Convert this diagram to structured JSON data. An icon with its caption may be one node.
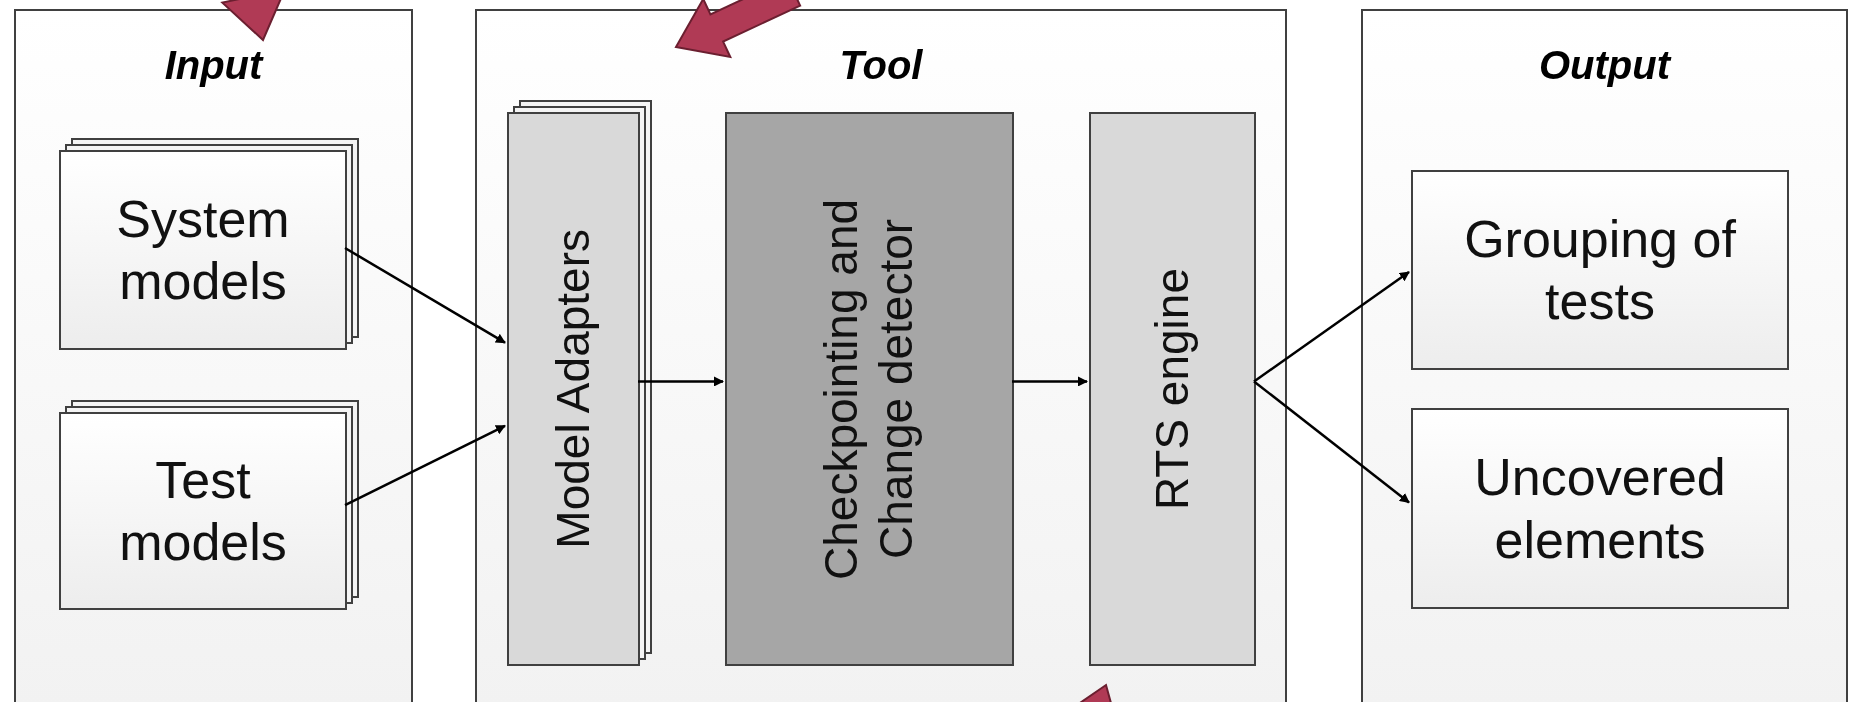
{
  "diagram": {
    "nodes": [
      {
        "text": [
          "Input"
        ]
      },
      {
        "text": [
          "System models"
        ],
        "in": 0
      },
      {
        "text": [
          "Test models"
        ],
        "in": 0
      },
      {
        "text": [
          "Tool"
        ]
      },
      {
        "text": [
          "Model Adapters"
        ],
        "in": 3
      },
      {
        "text": [
          "Checkpointing and Change detector"
        ],
        "in": 3
      },
      {
        "text": [
          "RTS engine"
        ],
        "in": 3
      },
      {
        "text": [
          "Output"
        ]
      },
      {
        "text": [
          "Grouping of tests"
        ],
        "in": 7
      },
      {
        "text": [
          "Uncovered elements"
        ],
        "in": 7
      }
    ],
    "edges": [
      {
        "from": 1,
        "to": 4,
        "arrow": "to"
      },
      {
        "from": 2,
        "to": 4,
        "arrow": "to"
      },
      {
        "from": 4,
        "to": 5,
        "arrow": "to"
      },
      {
        "from": 5,
        "to": 6,
        "arrow": "to"
      },
      {
        "from": 6,
        "to": 8,
        "arrow": "to"
      },
      {
        "from": 6,
        "to": 9,
        "arrow": "to"
      }
    ]
  }
}
